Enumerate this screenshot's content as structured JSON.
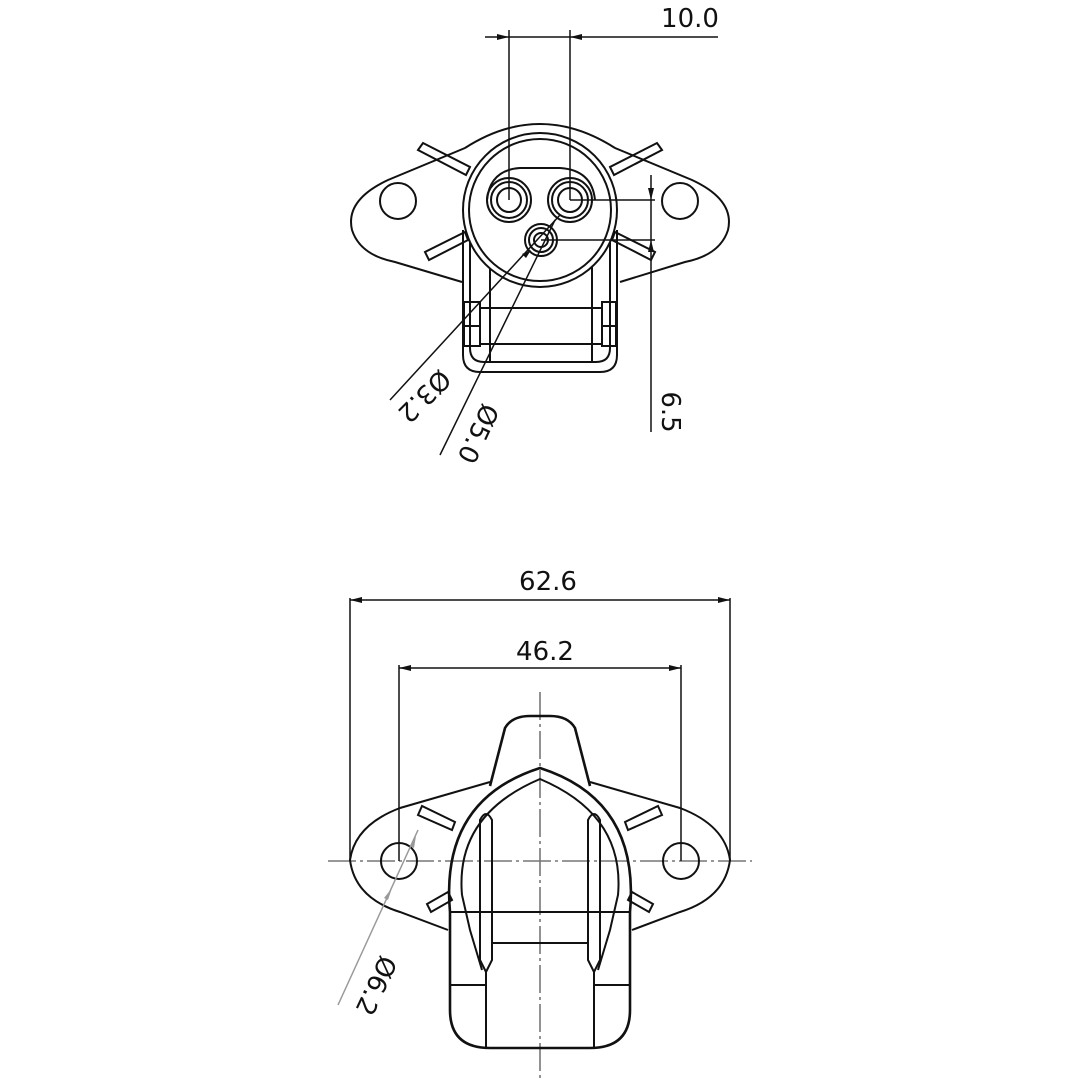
{
  "drawing": {
    "type": "technical-drawing",
    "colors": {
      "line": "#111111",
      "centerline": "#777777",
      "leader_grey": "#999999",
      "background": "#ffffff"
    },
    "top_view": {
      "dimensions": {
        "pin_spacing": "10.0",
        "pin_offset": "6.5",
        "small_pin_diameter": "Ø3.2",
        "large_pin_diameter": "Ø5.0"
      }
    },
    "front_view": {
      "dimensions": {
        "overall_width": "62.6",
        "hole_spacing": "46.2",
        "hole_diameter": "Ø6.2"
      }
    }
  }
}
